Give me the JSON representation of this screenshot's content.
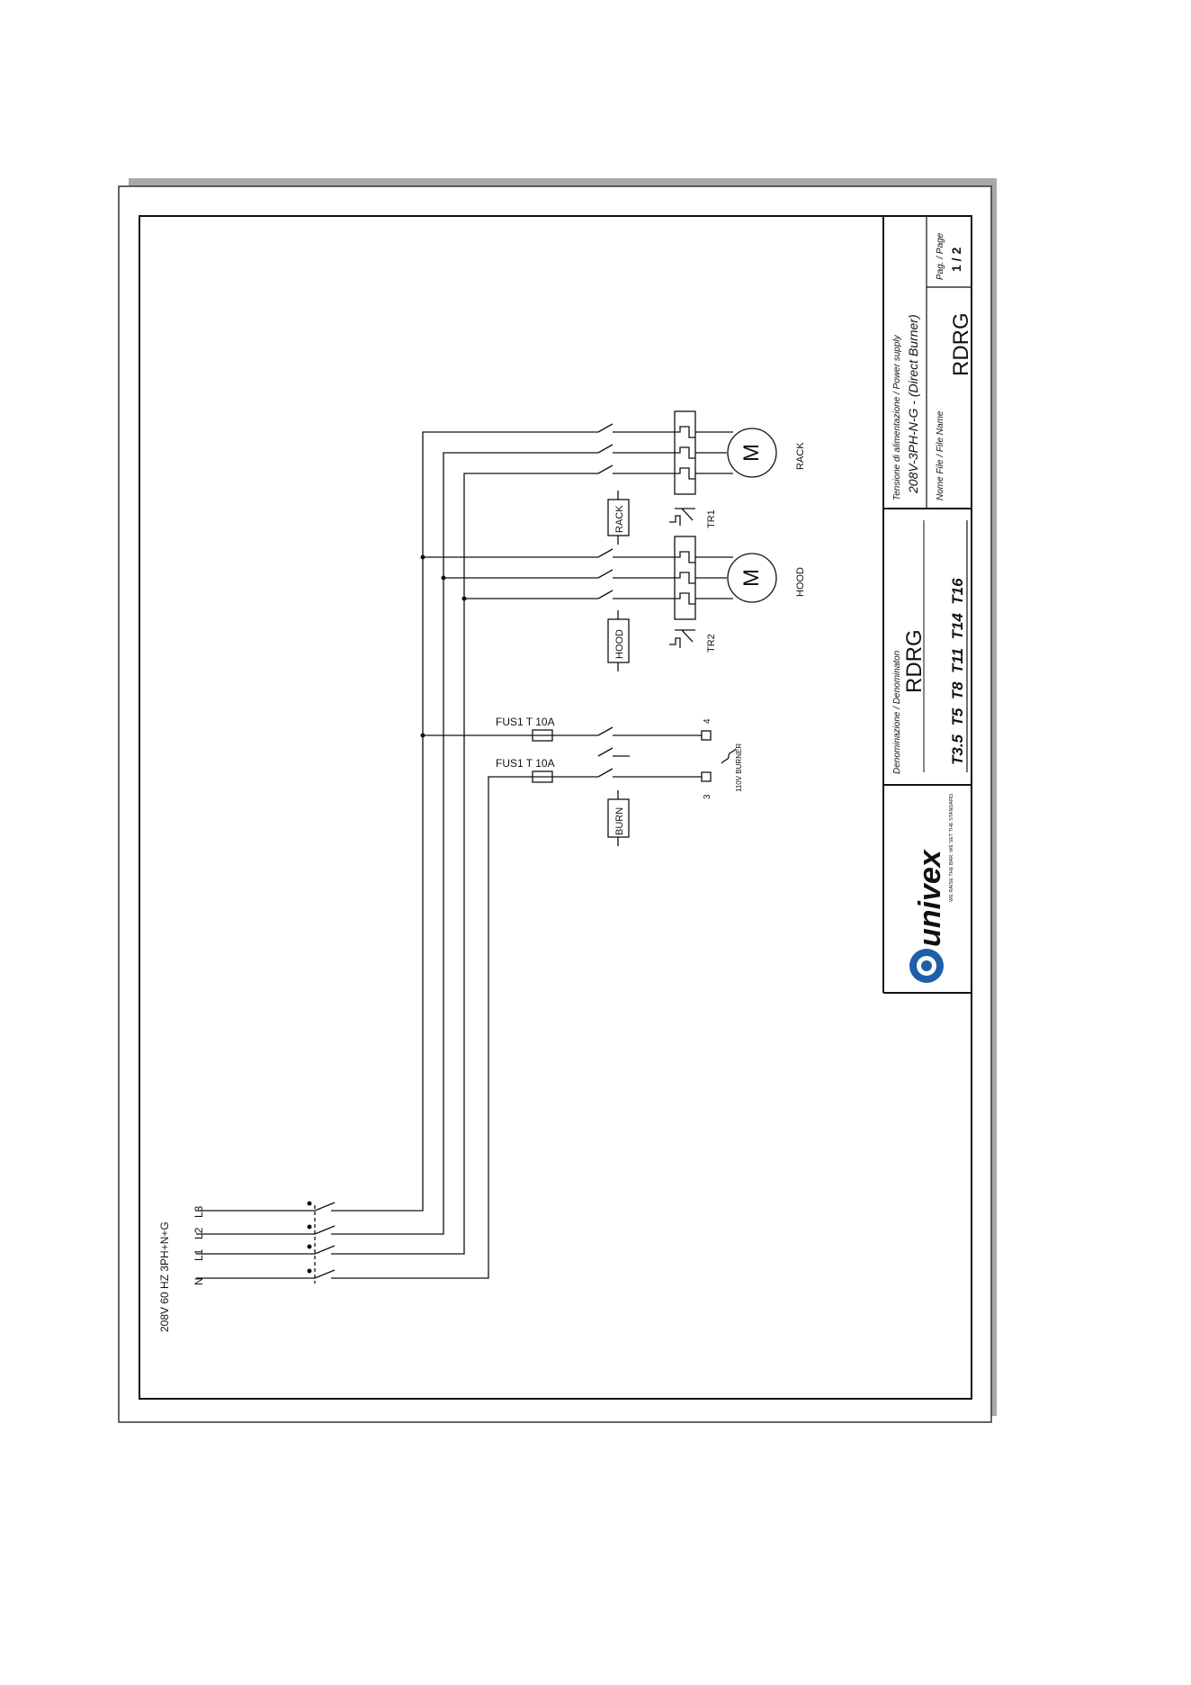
{
  "supply": {
    "label": "208V 60 HZ 3PH+N+G",
    "terminals": [
      "N",
      "L1",
      "L2",
      "L3"
    ]
  },
  "circuits": {
    "rack_motor": "RACK",
    "rack_contactor": "RACK",
    "rack_relay": "TR1",
    "hood_motor": "HOOD",
    "hood_contactor": "HOOD",
    "hood_relay": "TR2",
    "motor_symbol": "M",
    "fuse_label": "FUS1 T 10A",
    "burner_contactor": "BURN",
    "burner_label": "110V BURNER",
    "terminal_3": "3",
    "terminal_4": "4"
  },
  "title_block": {
    "brand": "univex",
    "tagline": "WE RAISE THE BAR. WE SET THE STANDARD.",
    "denomination_heading": "Denominazione / Denominaton",
    "denomination_value": "RDRG",
    "models": "T3.5  T5  T8  T11  T14  T16",
    "power_heading": "Tensione di alimentazione / Power supply",
    "power_value": "208V-3PH-N-G - (Direct Burner)",
    "file_heading": "Nome File / File Name",
    "file_value": "RDRG",
    "page_heading": "Pag. / Page",
    "page_value": "1 / 2"
  }
}
